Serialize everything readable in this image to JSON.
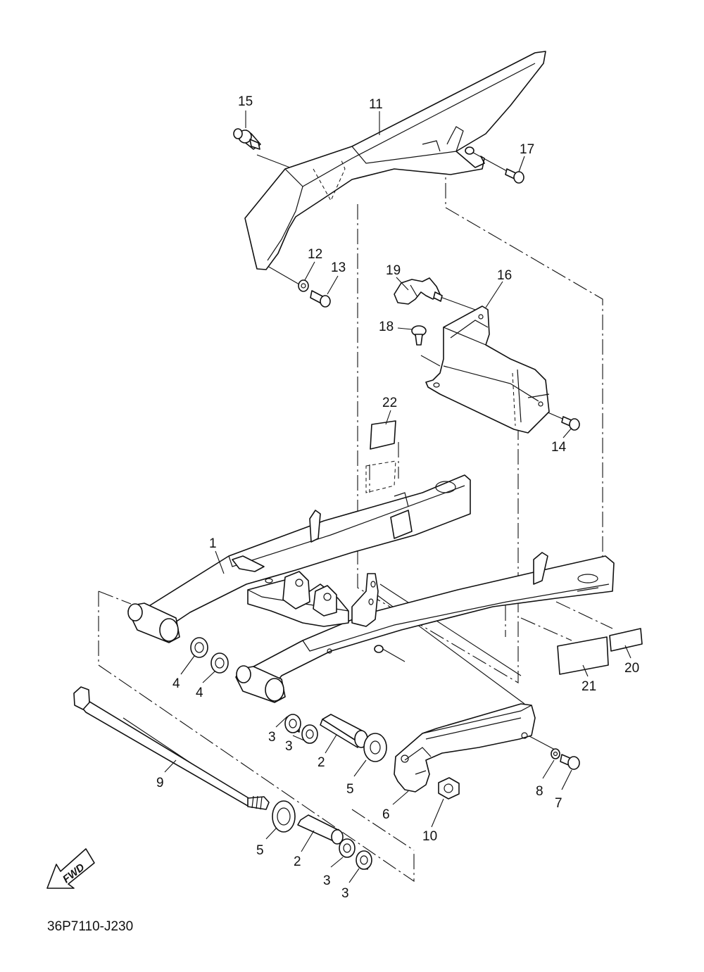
{
  "diagram_code": "36P7110-J230",
  "fwd_label": "FWD",
  "callouts": {
    "c1": "1",
    "c2a": "2",
    "c2b": "2",
    "c3a": "3",
    "c3b": "3",
    "c3c": "3",
    "c3d": "3",
    "c4a": "4",
    "c4b": "4",
    "c5a": "5",
    "c5b": "5",
    "c6": "6",
    "c7": "7",
    "c8": "8",
    "c9": "9",
    "c10": "10",
    "c11": "11",
    "c12": "12",
    "c13": "13",
    "c14": "14",
    "c15": "15",
    "c16": "16",
    "c17": "17",
    "c18": "18",
    "c19": "19",
    "c20": "20",
    "c21": "21",
    "c22": "22"
  }
}
